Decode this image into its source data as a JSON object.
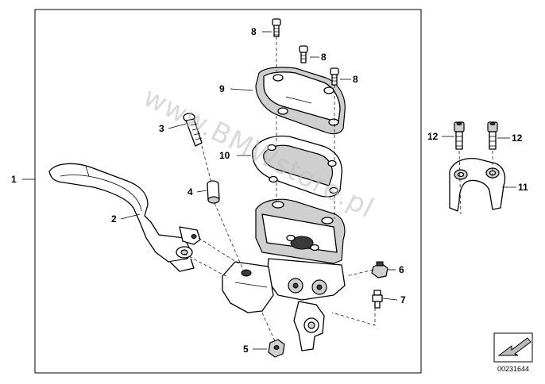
{
  "callouts": {
    "c1": "1",
    "c2": "2",
    "c3": "3",
    "c4": "4",
    "c5": "5",
    "c6": "6",
    "c7": "7",
    "c8a": "8",
    "c8b": "8",
    "c8c": "8",
    "c9": "9",
    "c10": "10",
    "c11": "11",
    "c12a": "12",
    "c12b": "12"
  },
  "watermark": "www.BMWstore.pl",
  "document_number": "00231644",
  "icons": {
    "corner_badge": "arrow-icon"
  }
}
